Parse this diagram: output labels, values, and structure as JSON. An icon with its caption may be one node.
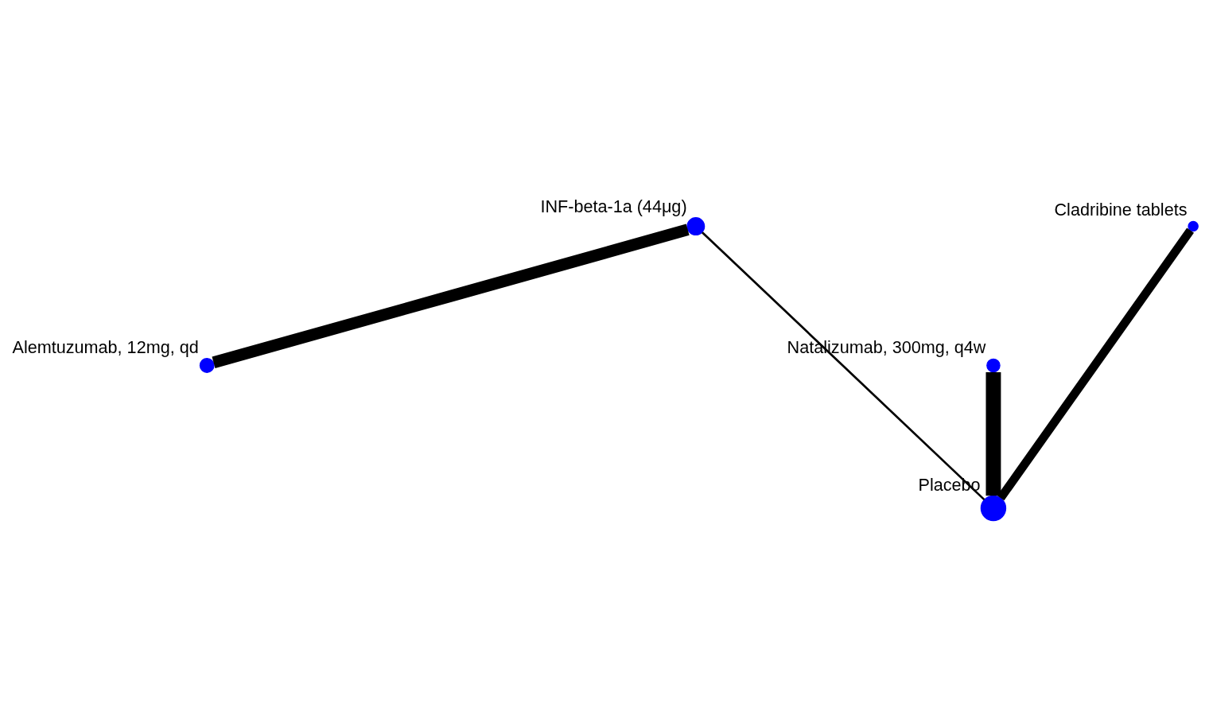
{
  "diagram": {
    "nodes": [
      {
        "text": [],
        "shape": "circle",
        "beside": [
          "Cladribine tablets"
        ]
      },
      {
        "text": [],
        "shape": "circle",
        "beside": [
          "INF-beta-1a (44μg)"
        ]
      },
      {
        "text": [],
        "shape": "circle",
        "beside": [
          "Alemtuzumab, 12mg, qd"
        ]
      },
      {
        "text": [],
        "shape": "circle",
        "beside": [
          "Natalizumab, 300mg, q4w"
        ]
      },
      {
        "text": [],
        "shape": "circle",
        "beside": [
          "Placebo"
        ]
      }
    ],
    "edges": [
      {
        "from": 0,
        "to": 4,
        "arrow": "none"
      },
      {
        "from": 1,
        "to": 2,
        "arrow": "none"
      },
      {
        "from": 1,
        "to": 4,
        "arrow": "none"
      },
      {
        "from": 3,
        "to": 4,
        "arrow": "none"
      }
    ]
  }
}
